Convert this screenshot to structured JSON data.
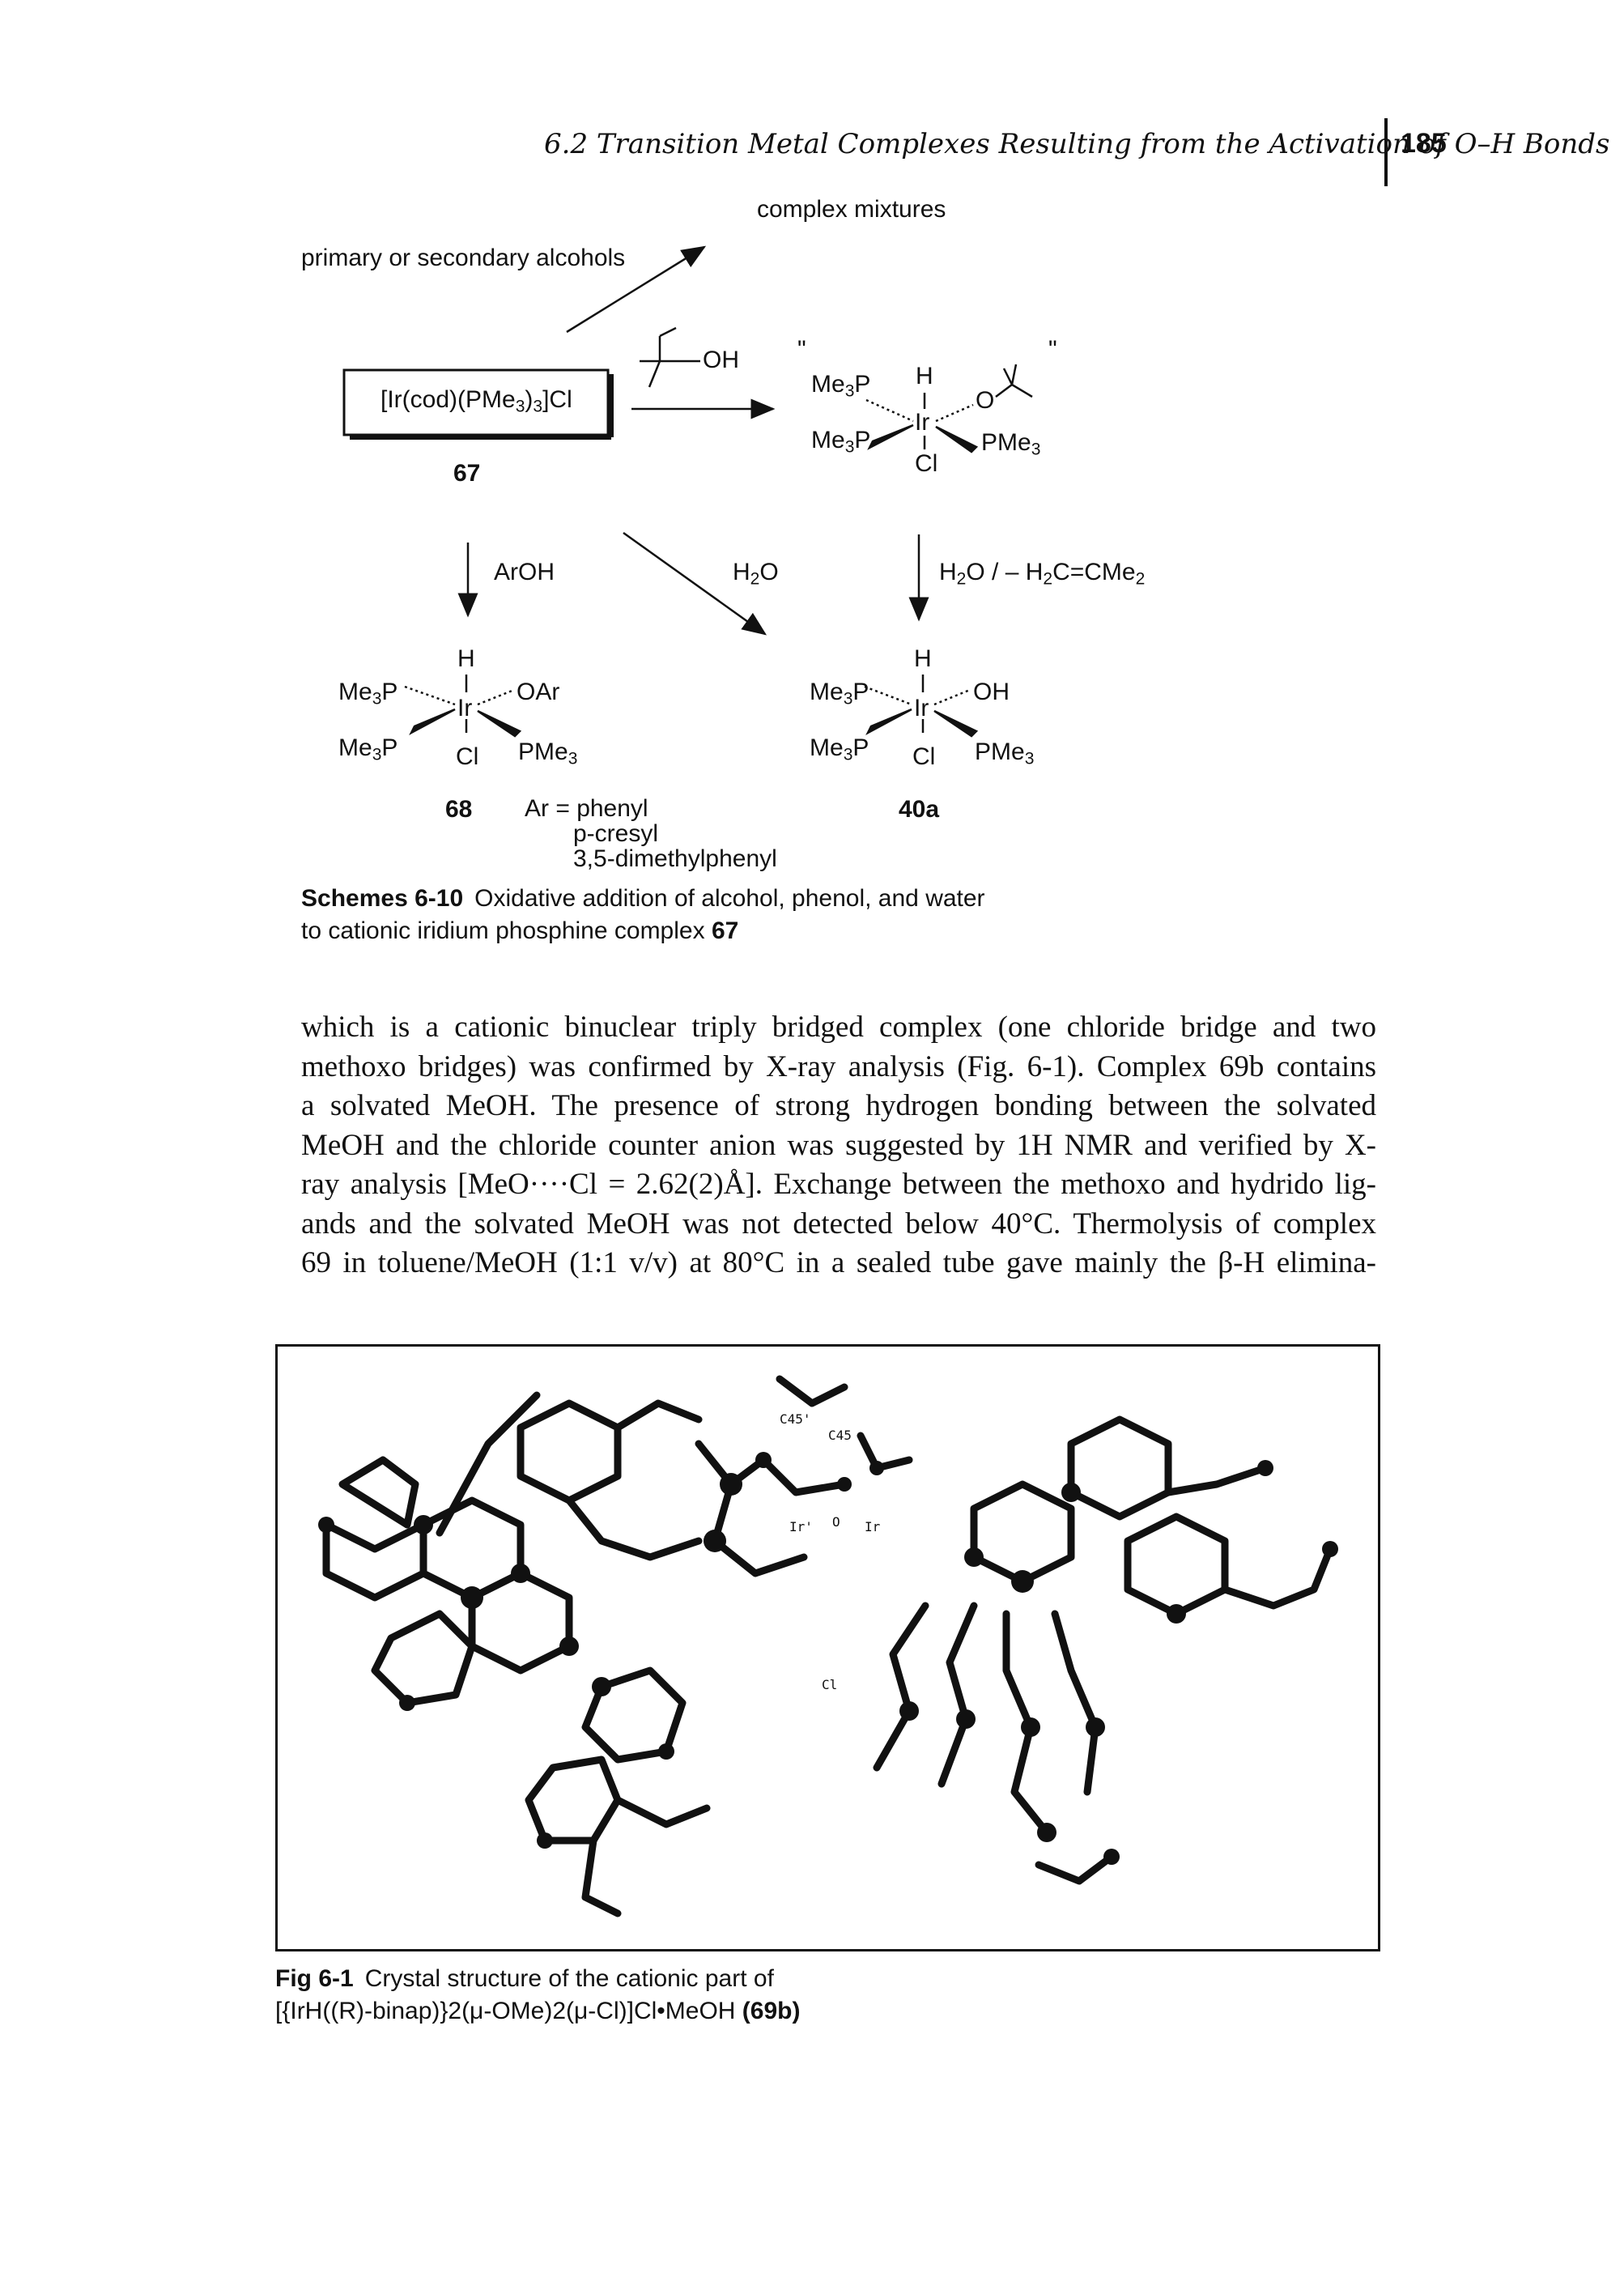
{
  "header": {
    "running_title": "6.2 Transition Metal Complexes Resulting from the Activation of O–H Bonds",
    "page_number": "185"
  },
  "scheme": {
    "top_label": "complex mixtures",
    "alcohols_label": "primary or secondary alcohols",
    "reagent_box": "[Ir(cod)(PMe3)3]Cl",
    "reagent_box_parts": {
      "main": "[Ir(cod)(PMe",
      "sub": "3",
      "tail": ")",
      "sub2": "3",
      "end": "]Cl"
    },
    "compound_67": "67",
    "tbuoh_label": "OH",
    "arrow_aroh": "ArOH",
    "arrow_h2o": "H2O",
    "arrow_h2o_minus": "H2O / – H2C=CMe2",
    "complex_top": {
      "H": "H",
      "ligand_right": "O",
      "me3p_top": "Me3P",
      "me3p_bottom": "Me3P",
      "ir": "Ir",
      "cl": "Cl",
      "pme3": "PMe3",
      "quote_left": "\"",
      "quote_right": "\""
    },
    "complex_68": {
      "H": "H",
      "ligand_right": "OAr",
      "me3p_top": "Me3P",
      "me3p_bottom": "Me3P",
      "ir": "Ir",
      "cl": "Cl",
      "pme3": "PMe3",
      "number": "68"
    },
    "complex_40a": {
      "H": "H",
      "ligand_right": "OH",
      "me3p_top": "Me3P",
      "me3p_bottom": "Me3P",
      "ir": "Ir",
      "cl": "Cl",
      "pme3": "PMe3",
      "number": "40a"
    },
    "ar_definitions": [
      "Ar = phenyl",
      "p-cresyl",
      "3,5-dimethylphenyl"
    ]
  },
  "scheme_caption": {
    "label": "Schemes 6-10",
    "text_line1": "Oxidative addition of alcohol, phenol, and water",
    "text_line2": "to cationic iridium phosphine complex",
    "compound": "67"
  },
  "body_lines": [
    "which is a cationic binuclear triply bridged complex (one chloride bridge and two",
    "methoxo bridges) was confirmed by X-ray analysis (Fig. 6-1). Complex 69b contains",
    "a solvated MeOH. The presence of strong hydrogen bonding between the solvated",
    "MeOH and the chloride counter anion was suggested by 1H NMR and verified by X-",
    "ray analysis [MeO····Cl = 2.62(2)Å]. Exchange between the methoxo and hydrido lig-",
    "ands and the solvated MeOH was not detected below 40°C. Thermolysis of complex",
    "69 in toluene/MeOH (1:1 v/v) at 80°C in a sealed tube gave mainly the β-H elimina-"
  ],
  "figure_labels": {
    "c45p": "C45'",
    "c45": "C45",
    "ir_p": "Ir'",
    "o": "O",
    "ir": "Ir",
    "cl": "Cl"
  },
  "figure_caption": {
    "label": "Fig 6-1",
    "line1": "Crystal structure of the cationic part of",
    "line2": "[{IrH((R)-binap)}2(μ-OMe)2(μ-Cl)]Cl•MeOH",
    "compound": "(69b)"
  }
}
